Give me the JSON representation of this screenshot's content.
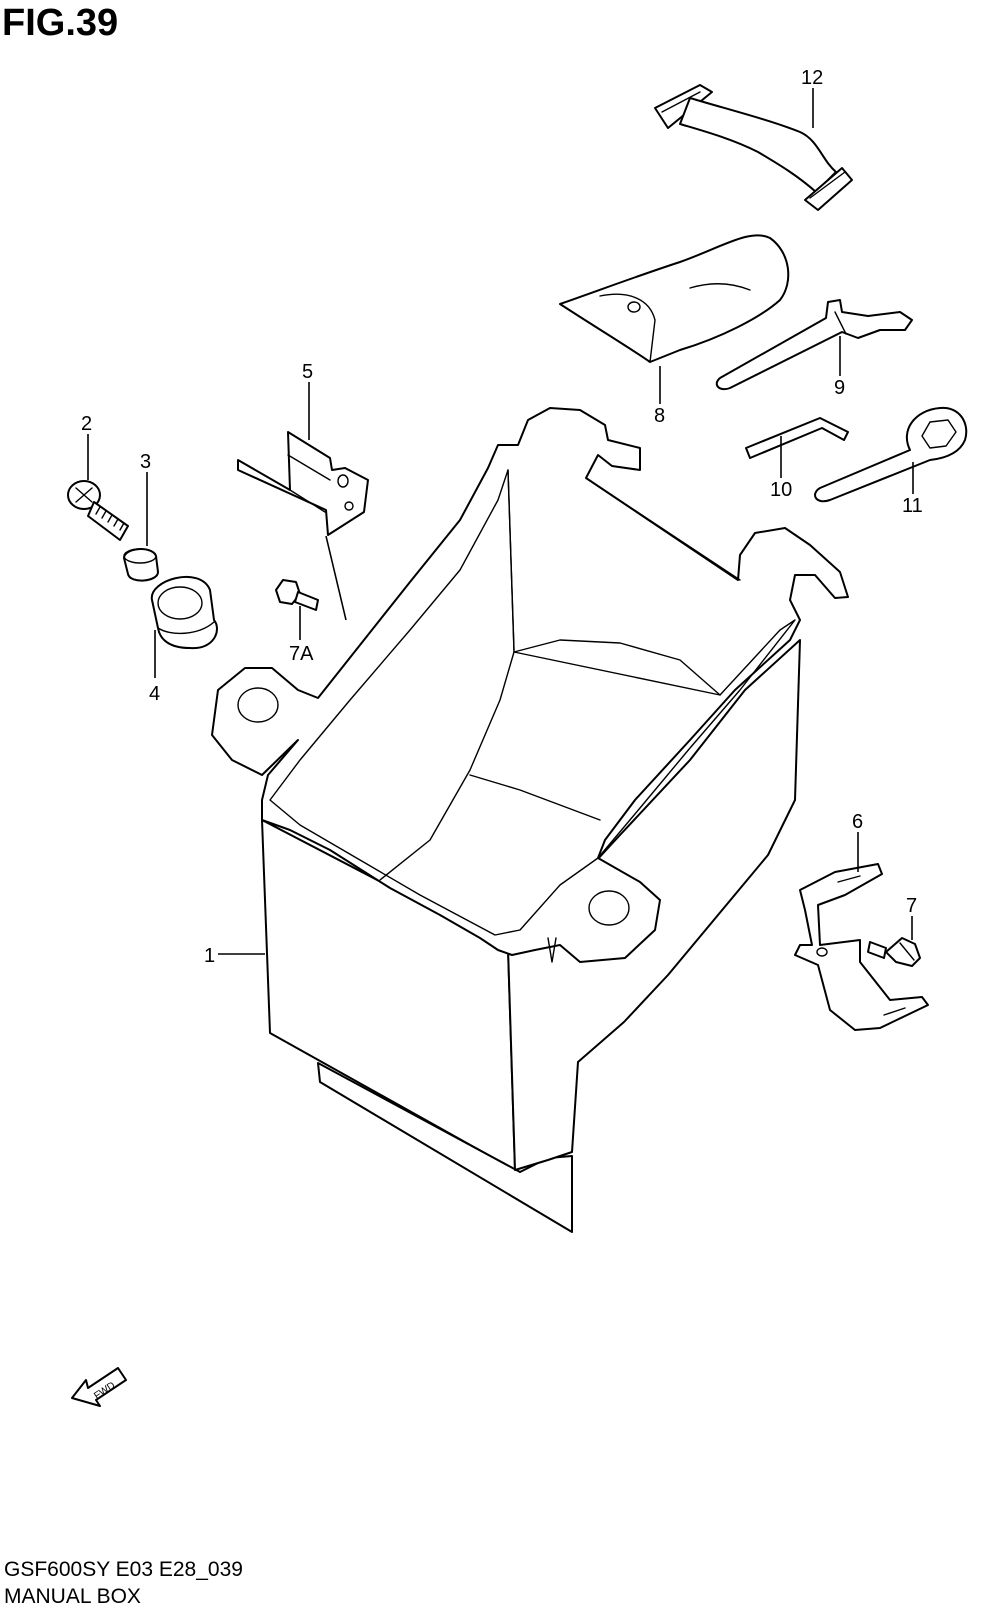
{
  "figure": {
    "title": "FIG.39",
    "model_code": "GSF600SY E03 E28_039",
    "section_name": "MANUAL BOX"
  },
  "callouts": [
    "1",
    "2",
    "3",
    "4",
    "5",
    "6",
    "7",
    "7A",
    "8",
    "9",
    "10",
    "11",
    "12"
  ],
  "fwd_label": "FWD",
  "colors": {
    "line": "#000000",
    "background": "#ffffff"
  }
}
